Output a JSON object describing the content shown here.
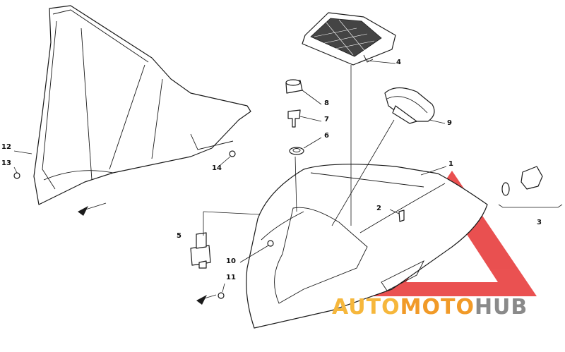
{
  "callouts": {
    "c1": "1",
    "c2": "2",
    "c3": "3",
    "c4": "4",
    "c5": "5",
    "c6": "6",
    "c7": "7",
    "c8": "8",
    "c9": "9",
    "c10": "10",
    "c11": "11",
    "c12": "12",
    "c13": "13",
    "c14": "14"
  },
  "watermark": {
    "part1": "AUTO",
    "part2": "MOTO",
    "part3": "HUB"
  },
  "colors": {
    "line": "#1a1a1a",
    "watermark_red": "#e63232",
    "watermark_orange": "#f19a28",
    "watermark_yellow": "#f6b73c",
    "watermark_gray": "#8a8a8a"
  }
}
